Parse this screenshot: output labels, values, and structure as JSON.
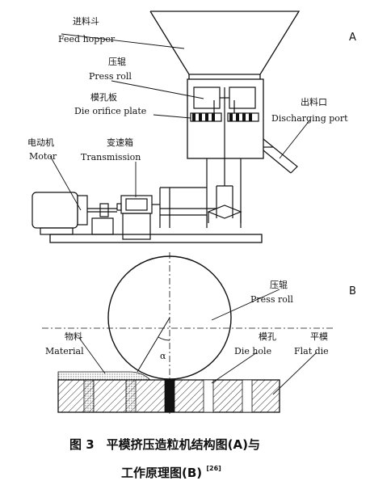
{
  "panels": {
    "a": "A",
    "b": "B"
  },
  "labels": {
    "feed_hopper": {
      "cn": "进料斗",
      "en": "Feed hopper"
    },
    "press_roll_a": {
      "cn": "压辊",
      "en": "Press roll"
    },
    "die_orifice_plate": {
      "cn": "模孔板",
      "en": "Die orifice plate"
    },
    "discharging_port": {
      "cn": "出料口",
      "en": "Discharging port"
    },
    "motor": {
      "cn": "电动机",
      "en": "Motor"
    },
    "transmission": {
      "cn": "变速箱",
      "en": "Transmission"
    },
    "press_roll_b": {
      "cn": "压辊",
      "en": "Press roll"
    },
    "material": {
      "cn": "物料",
      "en": "Material"
    },
    "die_hole": {
      "cn": "模孔",
      "en": "Die hole"
    },
    "flat_die": {
      "cn": "平模",
      "en": "Flat die"
    },
    "alpha": "α"
  },
  "caption": {
    "line1": "图 3　平模挤压造粒机结构图(A)与",
    "line2_main": "工作原理图(B)",
    "ref": "[26]"
  },
  "colors": {
    "line": "#111111",
    "hatch": "#333333",
    "fill_dark": "#111111"
  }
}
